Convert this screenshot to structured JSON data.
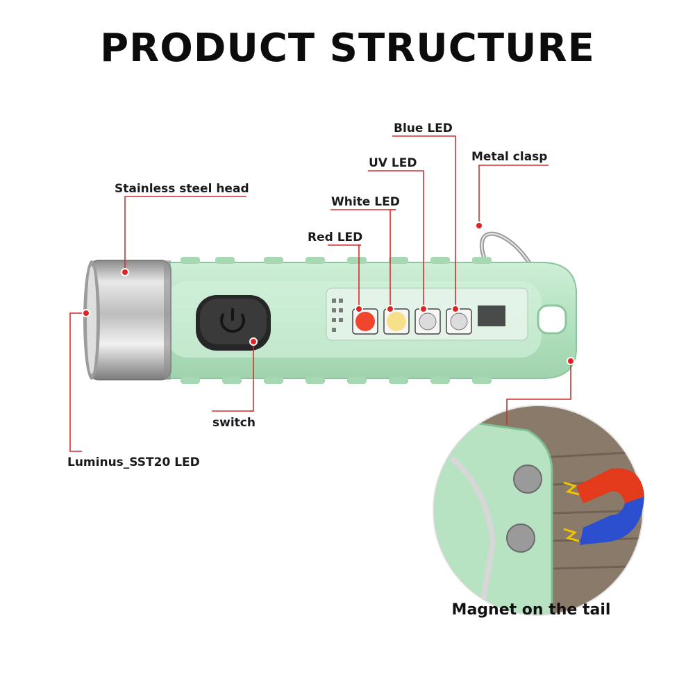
{
  "title": "PRODUCT STRUCTURE",
  "labels": {
    "stainless_head": "Stainless steel head",
    "red_led": "Red LED",
    "white_led": "White LED",
    "uv_led": "UV LED",
    "blue_led": "Blue LED",
    "metal_clasp": "Metal clasp",
    "switch": "switch",
    "luminus_led": "Luminus_SST20 LED"
  },
  "caption": "Magnet on the tail",
  "colors": {
    "leader_line": "#d92b2b",
    "marker_dot": "#e02424",
    "body_green": "#b9e6c6",
    "steel": "#c7c7c7",
    "magnet_red": "#e23a1a",
    "magnet_blue": "#2b4fcf"
  }
}
